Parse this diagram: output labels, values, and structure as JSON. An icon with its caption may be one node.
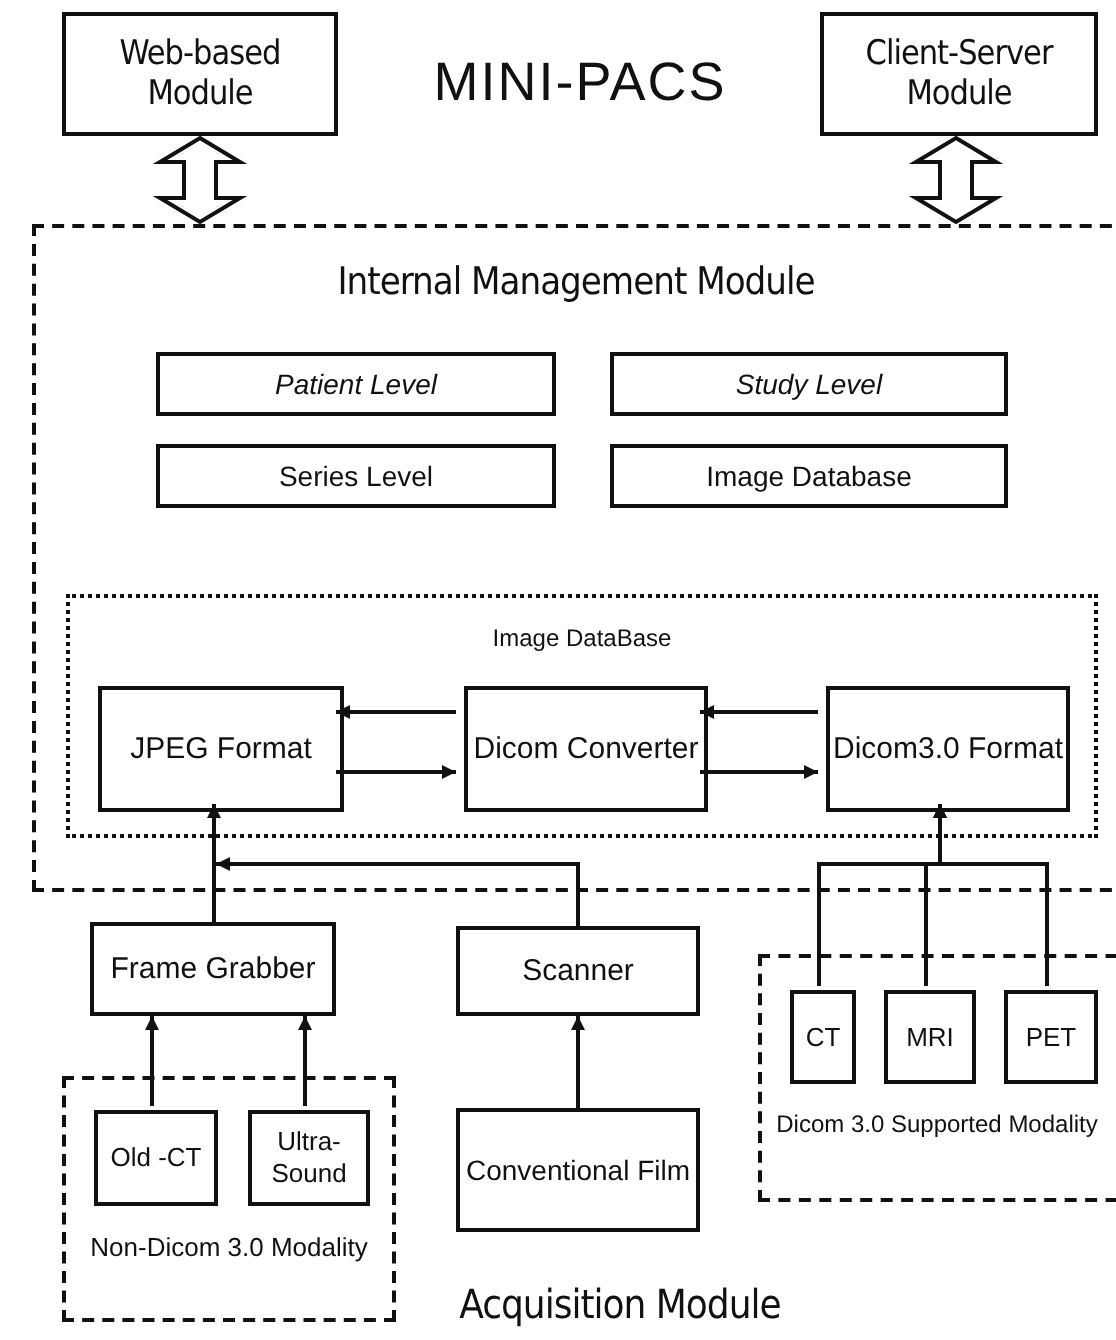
{
  "diagram": {
    "title": "MINI-PACS",
    "nodes": [
      {
        "text": [
          "Web-based Module"
        ]
      },
      {
        "text": [
          "Client-Server Module"
        ]
      },
      {
        "text": [
          "Internal Management Module"
        ]
      },
      {
        "text": [
          "Patient Level"
        ],
        "in": 2
      },
      {
        "text": [
          "Study Level"
        ],
        "in": 2
      },
      {
        "text": [
          "Series Level"
        ],
        "in": 2
      },
      {
        "text": [
          "Image Database"
        ],
        "in": 2
      },
      {
        "text": [
          "Image DataBase"
        ],
        "in": 2
      },
      {
        "text": [
          "JPEG Format"
        ],
        "in": 7
      },
      {
        "text": [
          "Dicom Converter"
        ],
        "in": 7
      },
      {
        "text": [
          "Dicom3.0 Format"
        ],
        "in": 7
      },
      {
        "text": [
          "Frame Grabber"
        ]
      },
      {
        "text": [
          "Scanner"
        ]
      },
      {
        "text": [
          "Non-Dicom 3.0 Modality"
        ]
      },
      {
        "text": [
          "Old -CT"
        ],
        "in": 13
      },
      {
        "text": [
          "Ultra- Sound"
        ],
        "in": 13
      },
      {
        "text": [
          "Conventional Film"
        ]
      },
      {
        "text": [
          "Dicom 3.0 Supported Modality"
        ]
      },
      {
        "text": [
          "CT"
        ],
        "in": 17
      },
      {
        "text": [
          "MRI"
        ],
        "in": 17
      },
      {
        "text": [
          "PET"
        ],
        "in": 17
      }
    ],
    "edges": [
      {
        "from": 0,
        "to": 2,
        "arrow": "both",
        "style": "thick"
      },
      {
        "from": 1,
        "to": 2,
        "arrow": "both",
        "style": "thick"
      },
      {
        "from": 9,
        "to": 8,
        "arrow": "to"
      },
      {
        "from": 8,
        "to": 9,
        "arrow": "to"
      },
      {
        "from": 10,
        "to": 9,
        "arrow": "to"
      },
      {
        "from": 9,
        "to": 10,
        "arrow": "to"
      },
      {
        "from": 11,
        "to": 8,
        "arrow": "to"
      },
      {
        "from": 12,
        "to": 8,
        "arrow": "to"
      },
      {
        "from": 14,
        "to": 11,
        "arrow": "to"
      },
      {
        "from": 15,
        "to": 11,
        "arrow": "to"
      },
      {
        "from": 16,
        "to": 12,
        "arrow": "to"
      },
      {
        "from": 18,
        "to": 10,
        "arrow": "to"
      },
      {
        "from": 19,
        "to": 10,
        "arrow": "to"
      },
      {
        "from": 20,
        "to": 10,
        "arrow": "to"
      }
    ],
    "labels": [
      "Acquisition Module"
    ]
  }
}
